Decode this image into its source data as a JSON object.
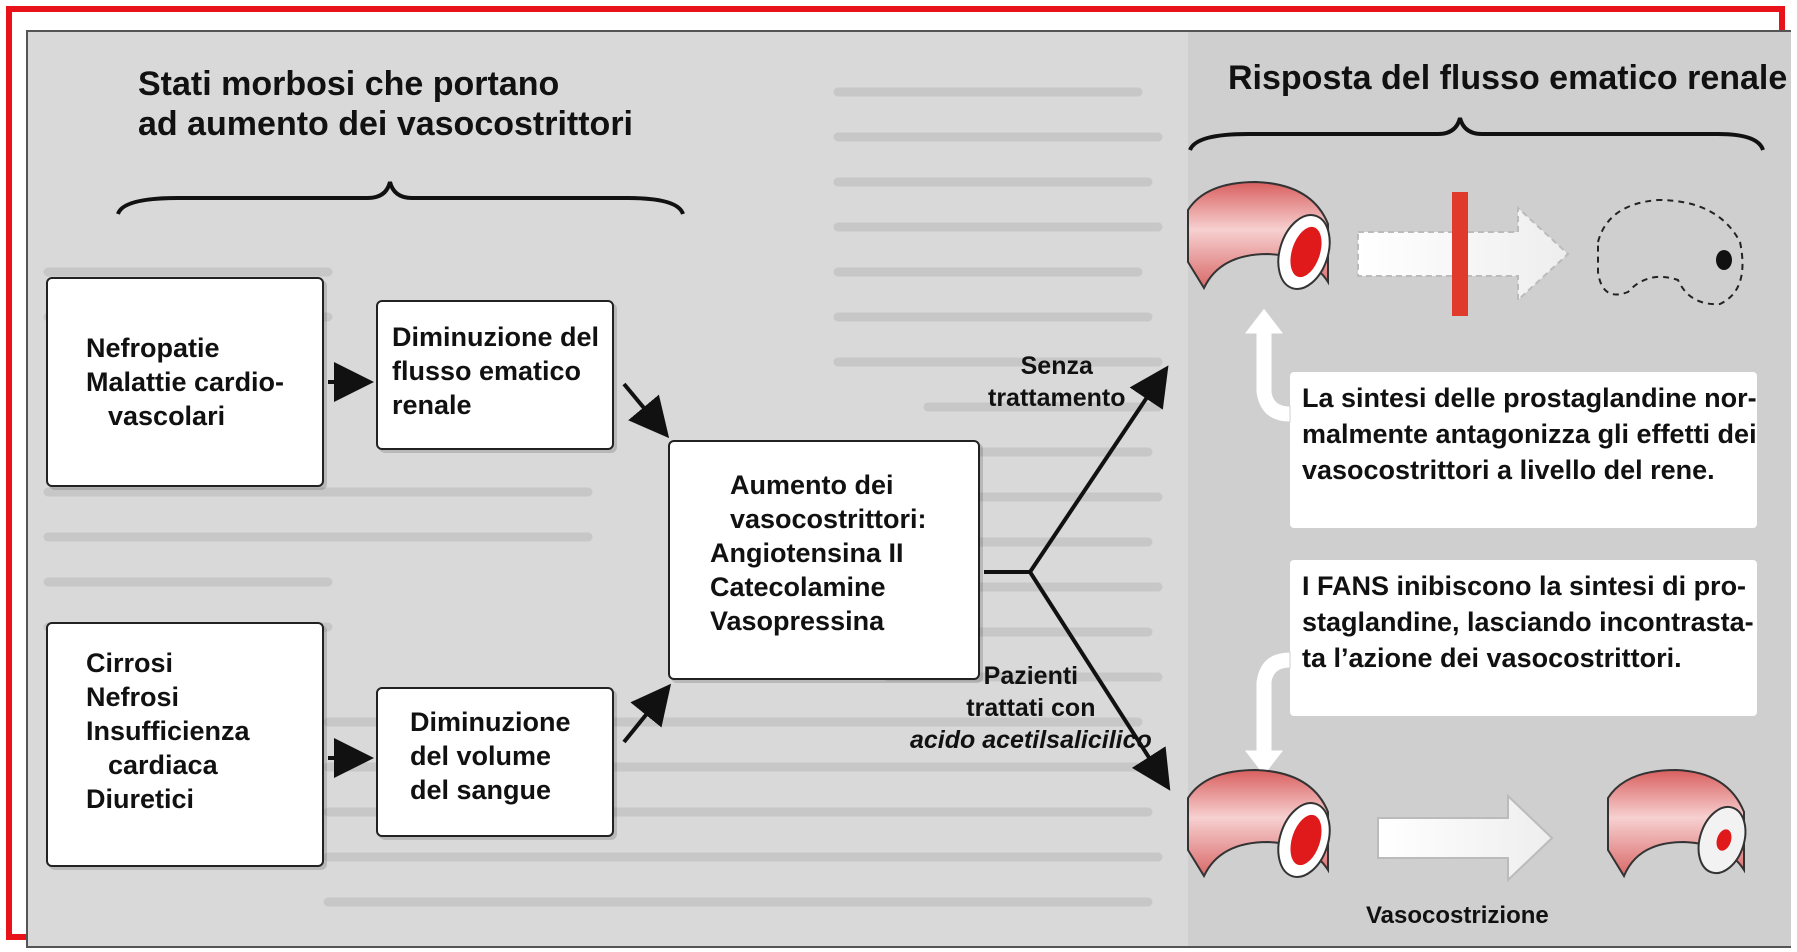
{
  "left_heading": [
    "Stati morbosi che portano",
    "ad aumento dei vasocostrittori"
  ],
  "right_heading": "Risposta del flusso ematico renale",
  "box_conditions_top": [
    "Nefropatie",
    "Malattie cardio-",
    "vascolari"
  ],
  "box_conditions_bottom": [
    "Cirrosi",
    "Nefrosi",
    "Insufficienza",
    "cardiaca",
    "Diuretici"
  ],
  "box_flow_decrease": [
    "Diminuzione del",
    "flusso ematico",
    "renale"
  ],
  "box_volume_decrease": [
    "Diminuzione",
    "del volume",
    "del sangue"
  ],
  "box_vasoconstrictors": [
    "Aumento dei",
    "vasocostrittori:",
    "Angiotensina II",
    "Catecolamine",
    "Vasopressina"
  ],
  "branch_untreated": [
    "Senza",
    "trattamento"
  ],
  "branch_treated": [
    "Pazienti",
    "trattati con",
    "acido acetilsalicilico"
  ],
  "note_prostaglandins": [
    "La sintesi delle prostaglandine nor-",
    "malmente antagonizza gli effetti dei",
    "vasocostrittori a livello del rene."
  ],
  "note_fans": [
    "I FANS inibiscono la sintesi di pro-",
    "staglandine, lasciando incontrasta-",
    "ta l’azione dei vasocostrittori."
  ],
  "vasoconstriction_label": "Vasocostrizione",
  "colors": {
    "frame": "#e8121b",
    "vessel_lumen": "#e01a1a",
    "vessel_wall": "#e88a8a",
    "block_bar": "#e03a2a"
  }
}
